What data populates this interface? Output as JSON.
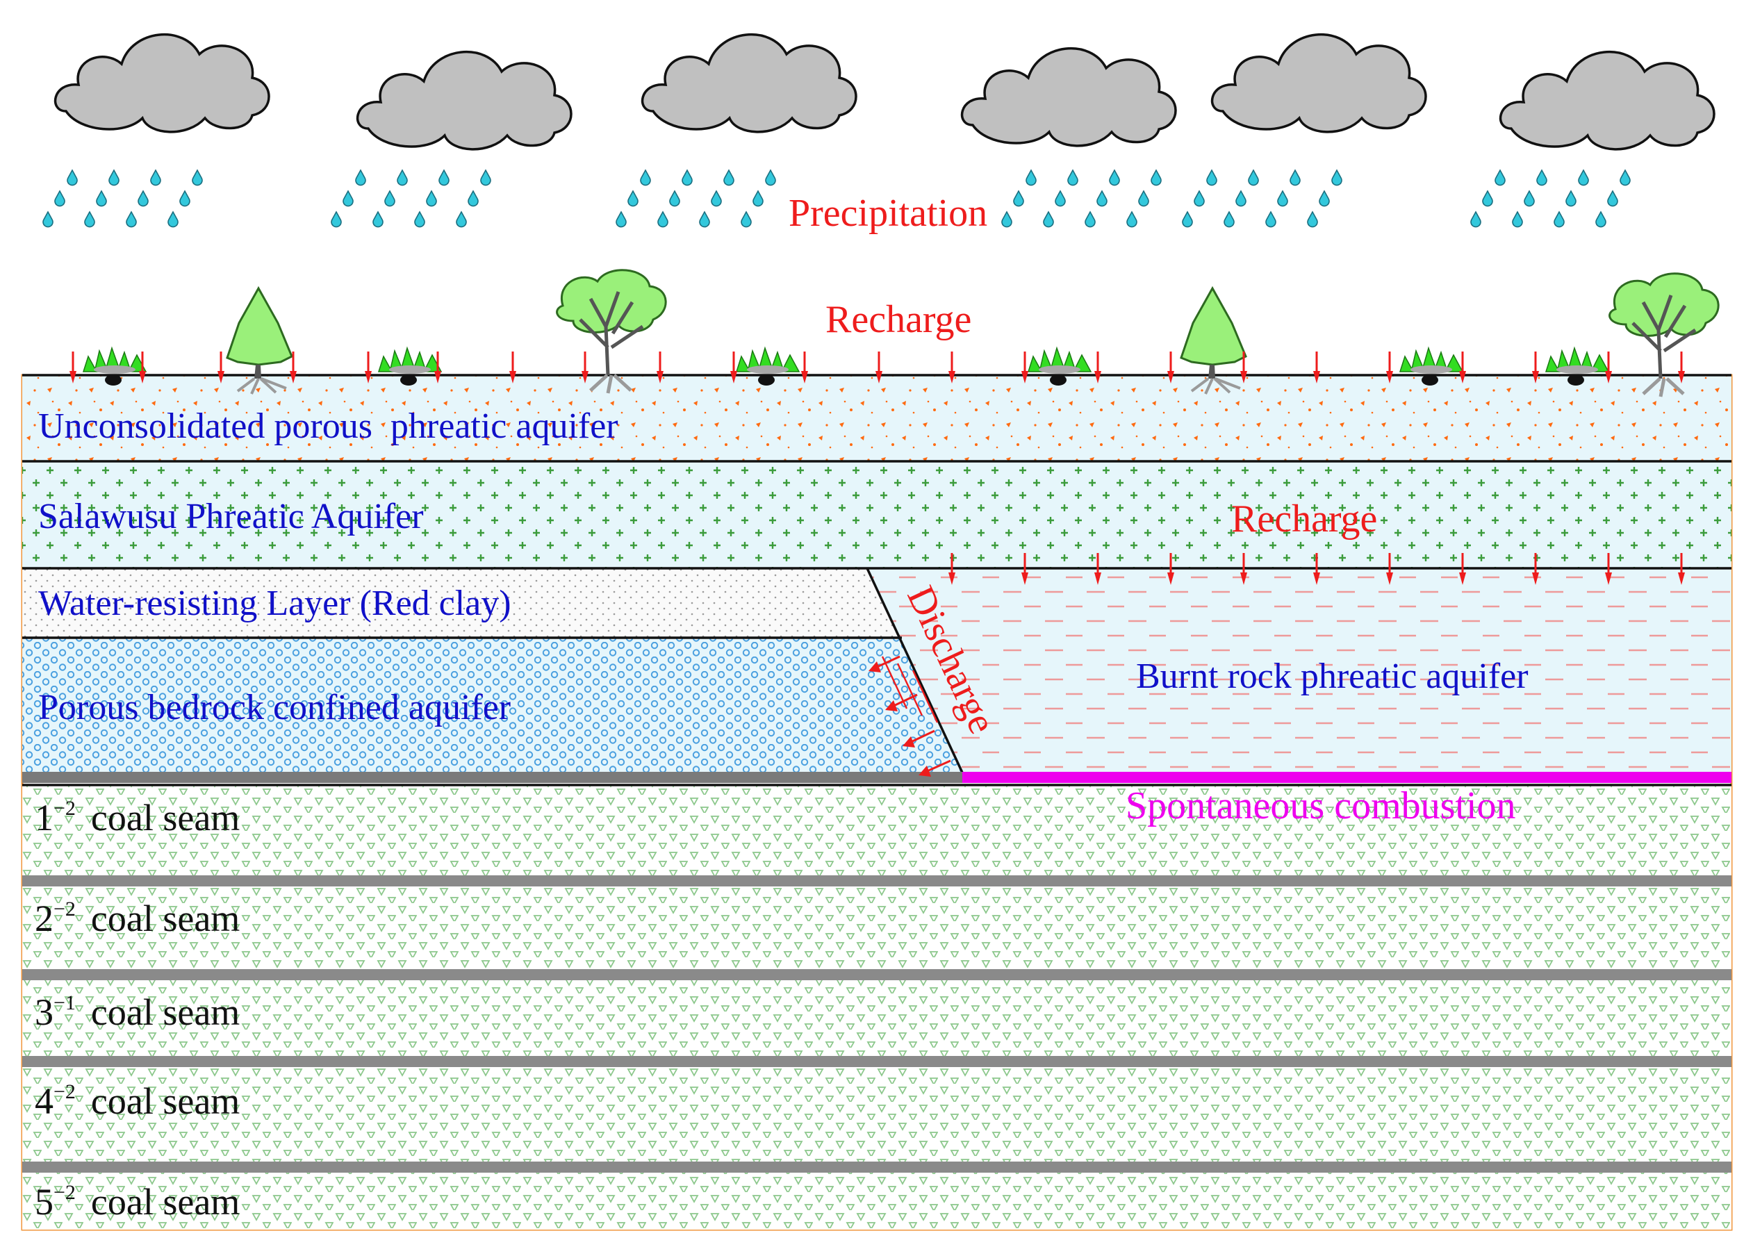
{
  "labels": {
    "precipitation": "Precipitation",
    "recharge_surface": "Recharge",
    "recharge_burnt": "Recharge",
    "discharge": "Discharge",
    "spontaneous": "Spontaneous combustion"
  },
  "layers": {
    "unconsolidated": "Unconsolidated porous  phreatic aquifer",
    "salawusu": "Salawusu Phreatic Aquifer",
    "water_resisting": "Water-resisting Layer (Red clay)",
    "porous_bedrock": "Porous bedrock confined aquifer",
    "burnt_rock": "Burnt rock phreatic aquifer"
  },
  "coal_seams": [
    {
      "base": "1",
      "sup": "−2",
      "name": "coal seam"
    },
    {
      "base": "2",
      "sup": "−2",
      "name": "coal seam"
    },
    {
      "base": "3",
      "sup": "−1",
      "name": "coal seam"
    },
    {
      "base": "4",
      "sup": "−2",
      "name": "coal seam"
    },
    {
      "base": "5",
      "sup": "−2",
      "name": "coal seam"
    }
  ],
  "colors": {
    "cloud": "#c0c0c0",
    "rain": "#33c8dc",
    "aquifer_fill": "#e6f6fb",
    "arrow": "#ee1c1c",
    "combustion": "#ee00ee",
    "frame": "#f0963c",
    "layer_label": "#1010c8"
  },
  "icons": [
    "cloud-icon",
    "raindrop-icon",
    "tree-icon",
    "grass-icon",
    "recharge-arrow-icon"
  ]
}
